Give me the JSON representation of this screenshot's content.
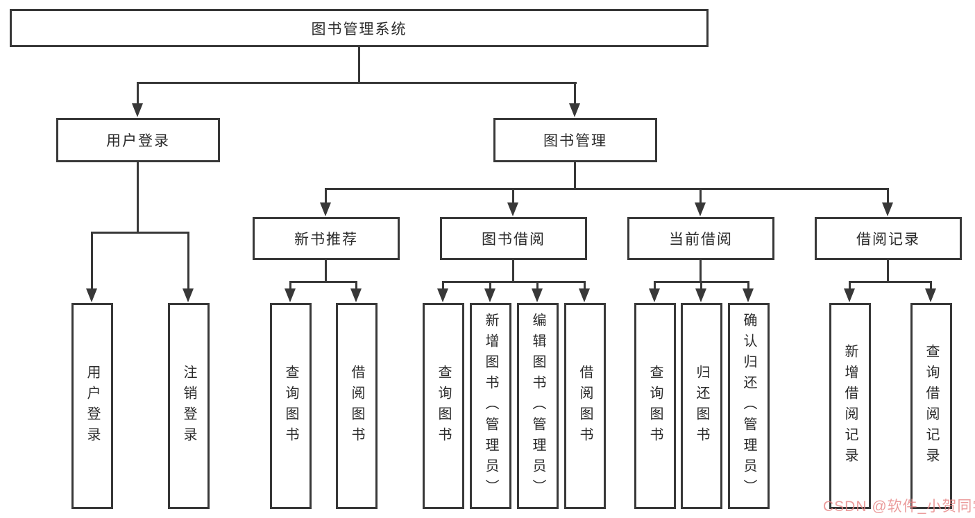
{
  "root": {
    "label": "图书管理系统"
  },
  "level2": [
    {
      "label": "用户登录"
    },
    {
      "label": "图书管理"
    }
  ],
  "level3": [
    {
      "label": "新书推荐"
    },
    {
      "label": "图书借阅"
    },
    {
      "label": "当前借阅"
    },
    {
      "label": "借阅记录"
    }
  ],
  "level4": {
    "user_login": [
      {
        "label": "用户登录"
      },
      {
        "label": "注销登录"
      }
    ],
    "new_books": [
      {
        "label": "查询图书"
      },
      {
        "label": "借阅图书"
      }
    ],
    "book_borrow": [
      {
        "label": "查询图书"
      },
      {
        "label": "新增图书（管理员）"
      },
      {
        "label": "编辑图书（管理员）"
      },
      {
        "label": "借阅图书"
      }
    ],
    "current_borrow": [
      {
        "label": "查询图书"
      },
      {
        "label": "归还图书"
      },
      {
        "label": "确认归还（管理员）"
      }
    ],
    "borrow_records": [
      {
        "label": "新增借阅记录"
      },
      {
        "label": "查询借阅记录"
      }
    ]
  },
  "watermark": {
    "text": "CSDN @软件_小贺同学",
    "color": "#e78686"
  },
  "colors": {
    "line": "#383838",
    "box_border": "#383838",
    "box_background": "#ffffff",
    "text": "#2b2b2b",
    "page_background": "#ffffff"
  }
}
